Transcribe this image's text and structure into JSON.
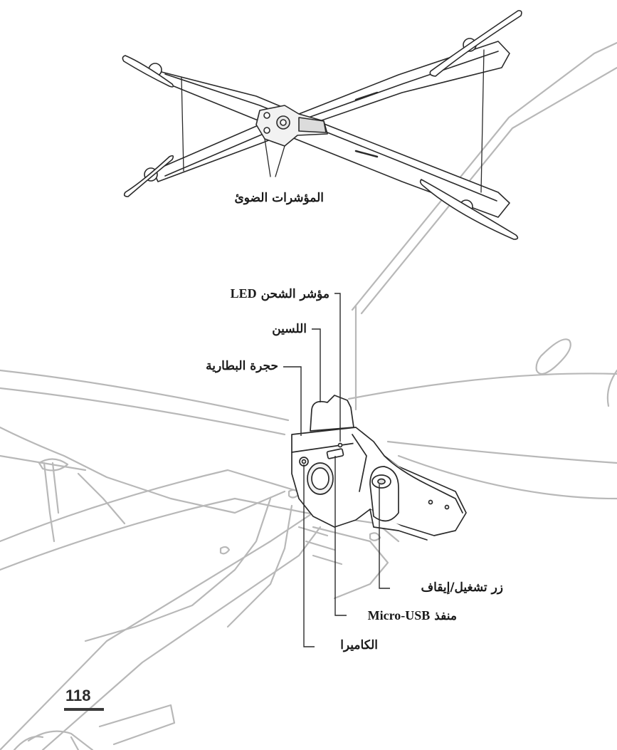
{
  "labels": {
    "led_lights": "المؤشرات الضوئ",
    "charge_led_ar": "مؤشر الشحن",
    "charge_led_en": "LED",
    "latch": "اللسين",
    "battery": "حجرة البطارية",
    "power_button": "زر تشغيل/إيقاف",
    "usb_port_ar": "منفذ",
    "usb_port_en": "Micro-USB",
    "camera": "الكاميرا"
  },
  "page_number": "118",
  "colors": {
    "line_dark": "#2a2a2a",
    "line_light": "#b5b5b5",
    "label_text": "#1a1a1a"
  }
}
